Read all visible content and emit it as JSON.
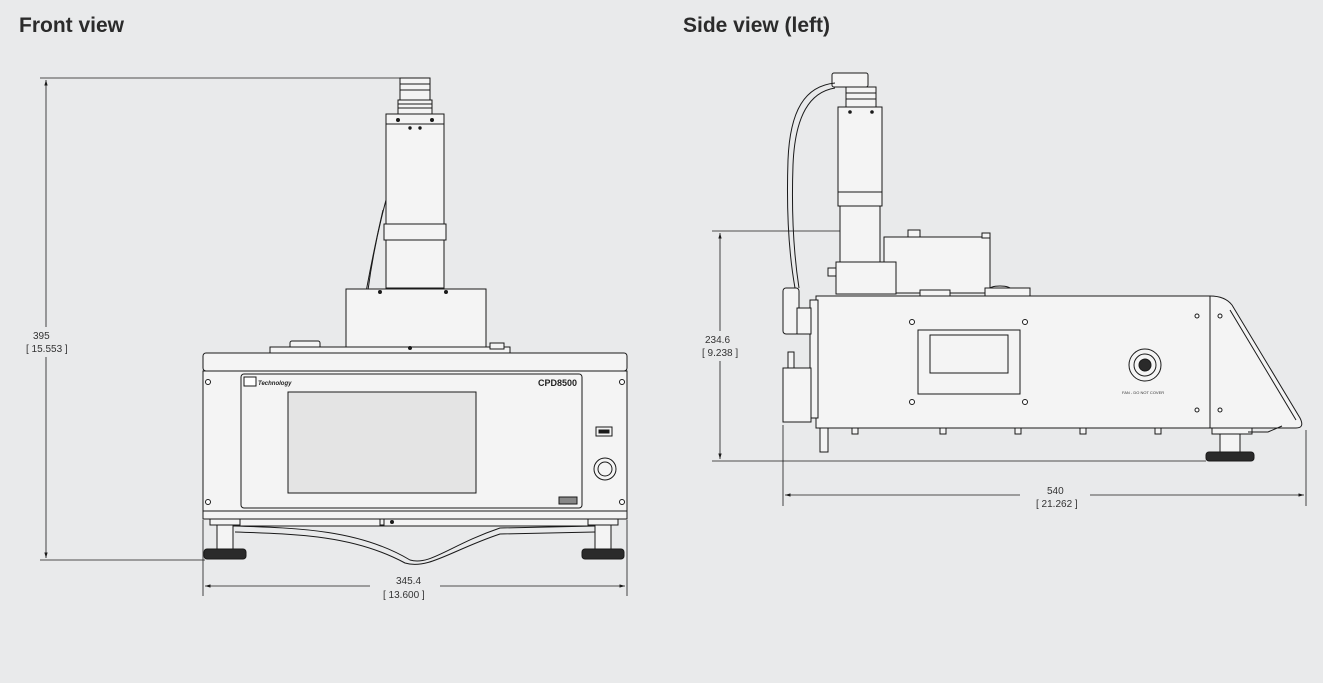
{
  "views": {
    "front": {
      "title": "Front view",
      "model_label": "CPD8500",
      "logo_text": "Technology",
      "height_dim": {
        "mm": "395",
        "inch": "[ 15.553 ]"
      },
      "width_dim": {
        "mm": "345.4",
        "inch": "[ 13.600 ]"
      }
    },
    "side": {
      "title": "Side view (left)",
      "fan_label": "FAN - DO NOT COVER",
      "height_dim": {
        "mm": "234.6",
        "inch": "[ 9.238 ]"
      },
      "length_dim": {
        "mm": "540",
        "inch": "[ 21.262 ]"
      }
    }
  },
  "colors": {
    "background": "#e9eaeb",
    "line": "#1a1a1a",
    "panel": "#f4f4f4",
    "screen": "#e4e4e4"
  }
}
